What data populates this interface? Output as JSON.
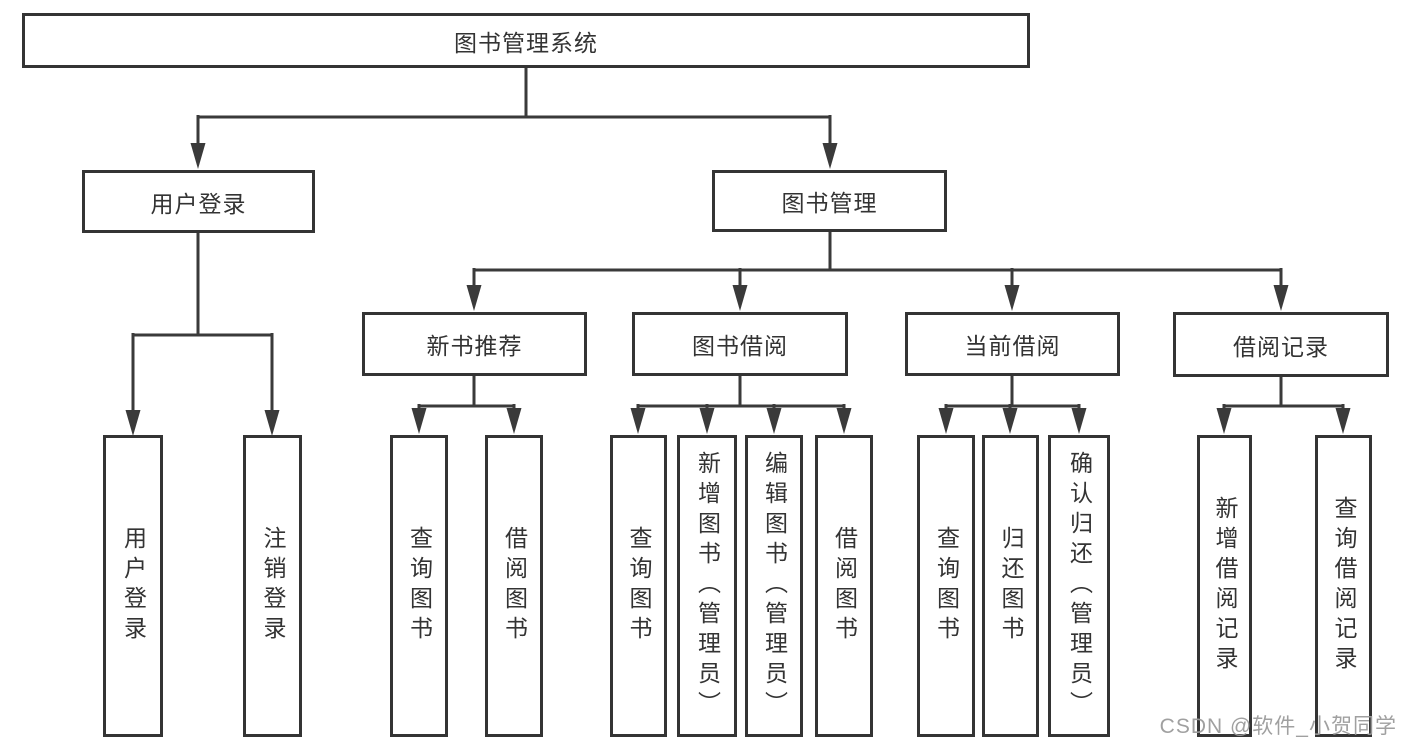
{
  "title": "图书管理系统",
  "watermark": "CSDN @软件_小贺同学",
  "colors": {
    "line": "#3a3a3a",
    "border": "#343434",
    "text": "#333333",
    "watermark": "#9b9b9b",
    "background": "#ffffff"
  },
  "nodes": {
    "root": {
      "label": "图书管理系统"
    },
    "user_login": {
      "label": "用户登录"
    },
    "book_mgmt": {
      "label": "图书管理"
    },
    "new_book_rec": {
      "label": "新书推荐"
    },
    "book_borrow": {
      "label": "图书借阅"
    },
    "current_borrow": {
      "label": "当前借阅"
    },
    "borrow_record": {
      "label": "借阅记录"
    },
    "leaf_user_login": {
      "label": "用户登录"
    },
    "leaf_logout": {
      "label": "注销登录"
    },
    "leaf_nb_query": {
      "label": "查询图书"
    },
    "leaf_nb_borrow": {
      "label": "借阅图书"
    },
    "leaf_bb_query": {
      "label": "查询图书"
    },
    "leaf_bb_add": {
      "label": "新增图书（管理员）"
    },
    "leaf_bb_edit": {
      "label": "编辑图书（管理员）"
    },
    "leaf_bb_borrow": {
      "label": "借阅图书"
    },
    "leaf_cb_query": {
      "label": "查询图书"
    },
    "leaf_cb_return": {
      "label": "归还图书"
    },
    "leaf_cb_confirm": {
      "label": "确认归还（管理员）"
    },
    "leaf_br_add": {
      "label": "新增借阅记录"
    },
    "leaf_br_query": {
      "label": "查询借阅记录"
    }
  }
}
